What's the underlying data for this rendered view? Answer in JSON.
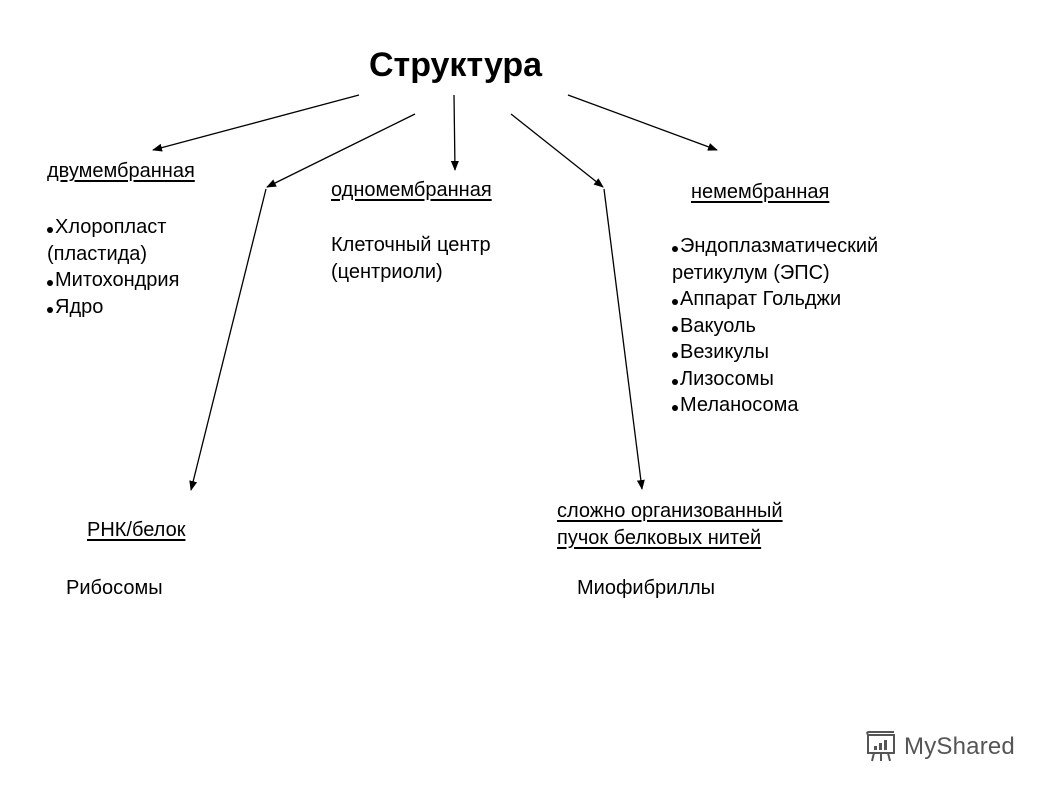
{
  "title": "Структура",
  "categories": {
    "double_membrane": {
      "heading": "двумембранная",
      "items": [
        "Хлоропласт",
        "(пластида)",
        "Митохондрия",
        "Ядро"
      ]
    },
    "single_membrane": {
      "heading": "одномембранная",
      "lines": [
        "Клеточный центр",
        "(центриоли)"
      ]
    },
    "non_membrane": {
      "heading": "немембранная",
      "items": [
        "Эндоплазматический",
        "ретикулум (ЭПС)",
        "Аппарат Гольджи",
        "Вакуоль",
        "Везикулы",
        "Лизосомы",
        "Меланосома"
      ]
    },
    "rna_protein": {
      "heading": "РНК/белок",
      "example": "Рибосомы"
    },
    "protein_fibers": {
      "heading_line1": "сложно организованный",
      "heading_line2": "пучок белковых нитей",
      "example": "Миофибриллы"
    }
  },
  "watermark": {
    "text": "MyShared",
    "icon": "presentation-board-icon"
  },
  "colors": {
    "text": "#000000",
    "background": "#ffffff",
    "watermark": "#555555"
  }
}
